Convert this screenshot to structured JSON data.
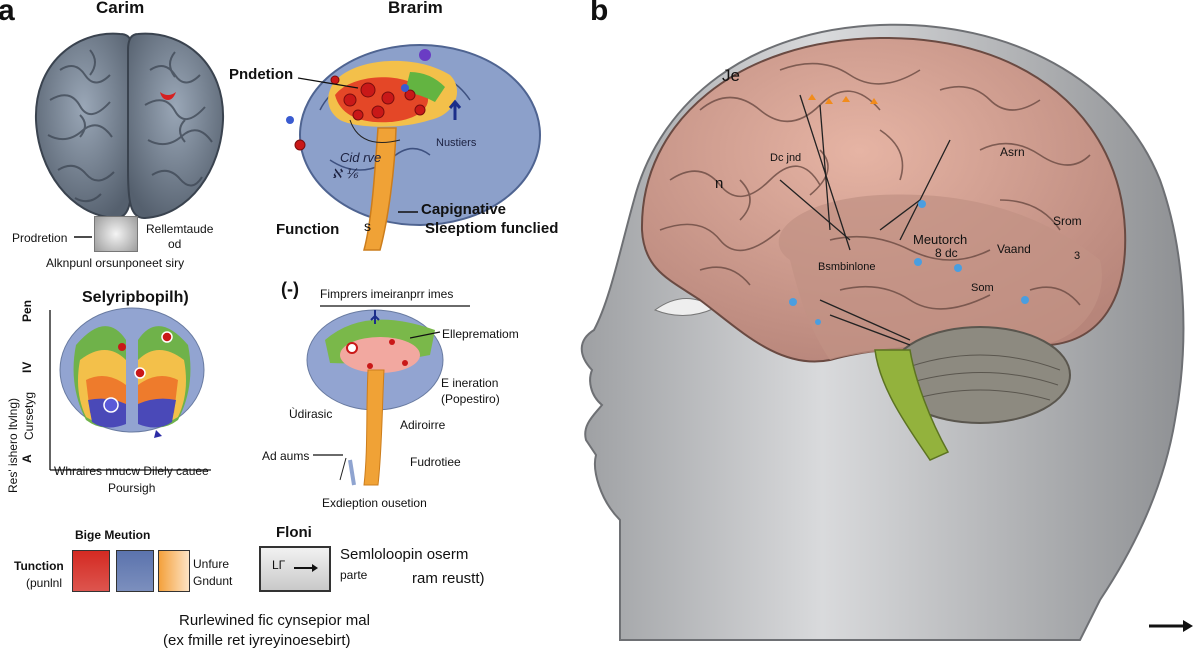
{
  "panel_a": {
    "letter": "a",
    "brain_top": {
      "title": "Carim"
    },
    "brain_mid": {
      "title": "Brarim",
      "label_pred": "Pndetion",
      "label_nuclei": "Nustiers",
      "label_inner": "Cid rve",
      "label_inner2": "ℵ ⅙",
      "label_stem_s": "s",
      "label_function": "Function",
      "label_cap1": "Capignative",
      "label_cap2": "Sleeptiom funclied"
    },
    "legend_small": {
      "left": "Prodretion",
      "right1": "Rellemtaude",
      "right2": "od",
      "caption": "Alknpunl orsunponeet siry"
    },
    "chart_brain": {
      "title": "Selyripbopilh)",
      "ylabel": "Res' ishero ltvlng)",
      "ylabel2": "Cursetyg",
      "yticks": [
        "Pen",
        "IV",
        "A"
      ],
      "xlabel1": "Whraires nnucw Dilely cauee",
      "xlabel2": "Poursigh"
    },
    "stem_diagram": {
      "marker": "(-)",
      "title": "Fimprers imeiranprr imes",
      "l1": "Elleprematiom",
      "l2a": "E ineration",
      "l2b": "(Popestiro)",
      "l3": "Ùdirasic",
      "l4": "Adiroirre",
      "l5": "Ad aums",
      "l6": "Fudrotiee",
      "caption": "Exdieption ousetion"
    },
    "legend_bottom": {
      "title": "Bige Meution",
      "left1": "Tunction",
      "left2": "(punlnl",
      "right1": "Unfure",
      "right2": "Gndunt",
      "colors": [
        "#d42a22",
        "#5b73ad",
        "#f4a13c"
      ],
      "flow_title": "Floni",
      "flow_box": "LΓ",
      "flow_r1": "Semloloopin oserm",
      "flow_r2": "parte",
      "flow_r3": "ram reustt)",
      "caption1": "Rurlewined fic cynsepior mal",
      "caption2": "(ex fmille ret iyreyinoesebirt)"
    }
  },
  "panel_b": {
    "letter": "b",
    "labels": [
      "Je",
      "n",
      "Dc jnd",
      "Asrn",
      "Srom",
      "Meutorch",
      "8 dc",
      "Vaand",
      "Bsmbinlone",
      "Som",
      "3"
    ]
  }
}
